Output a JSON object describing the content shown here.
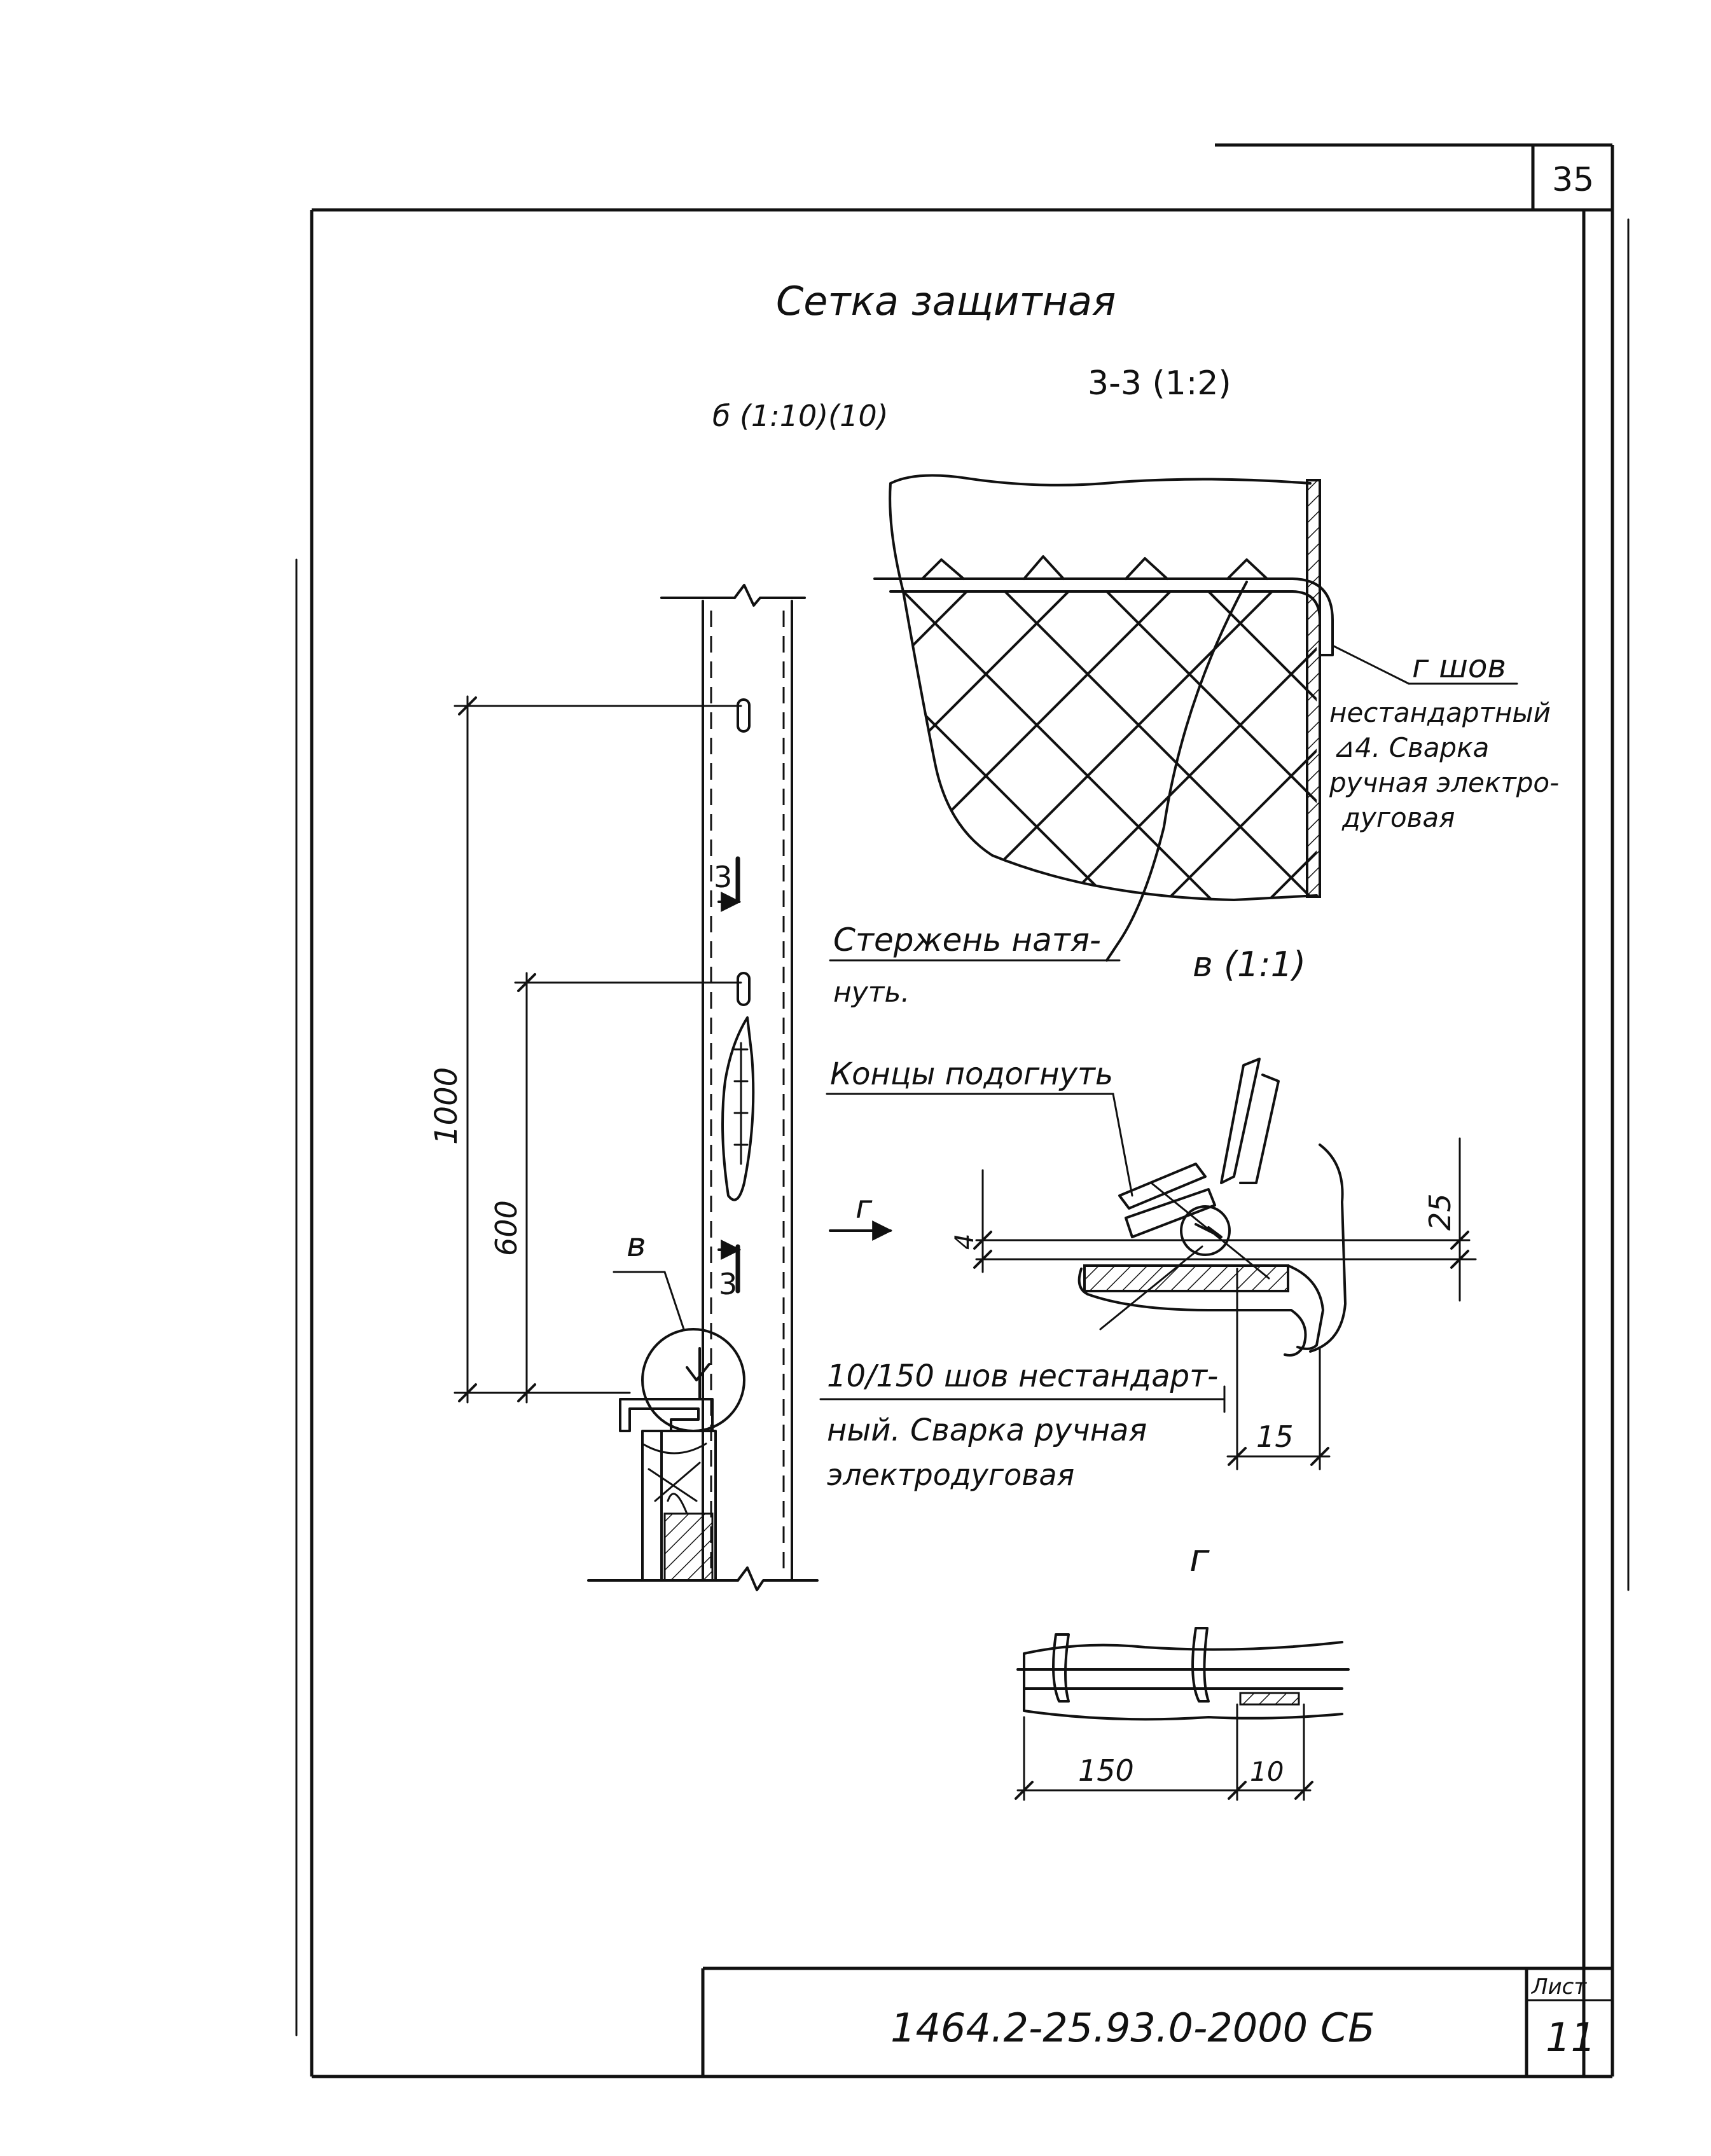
{
  "sheet": {
    "top_page_number": "35",
    "title": "Сетка защитная",
    "document_code": "1464.2-25.93.0-2000 СБ",
    "sheet_label": "Лист",
    "sheet_number": "11"
  },
  "view_b": {
    "label": "б (1:10)(10)",
    "dims": {
      "d1000": "1000",
      "d600": "600"
    },
    "section_mark_top": "3",
    "section_mark_bottom": "3",
    "callout_v": "в"
  },
  "section_3_3": {
    "label": "3-3 (1:2)",
    "weld_callout_head": "г шов",
    "weld_note": [
      "нестандартный",
      "⊿4. Сварка",
      "ручная электро-",
      "дуговая"
    ],
    "rod_note": [
      "Стержень натя-",
      "нуть."
    ]
  },
  "detail_v": {
    "label": "в (1:1)",
    "bend_note": "Концы подогнуть",
    "section_arrow": "г",
    "dims": {
      "d4": "4",
      "d25": "25",
      "d15": "15"
    },
    "weld_note": [
      "10/150 шов нестандарт-",
      "ный. Сварка ручная",
      "электродуговая"
    ]
  },
  "detail_g": {
    "label": "г",
    "dims": {
      "d150": "150",
      "d10": "10"
    }
  }
}
